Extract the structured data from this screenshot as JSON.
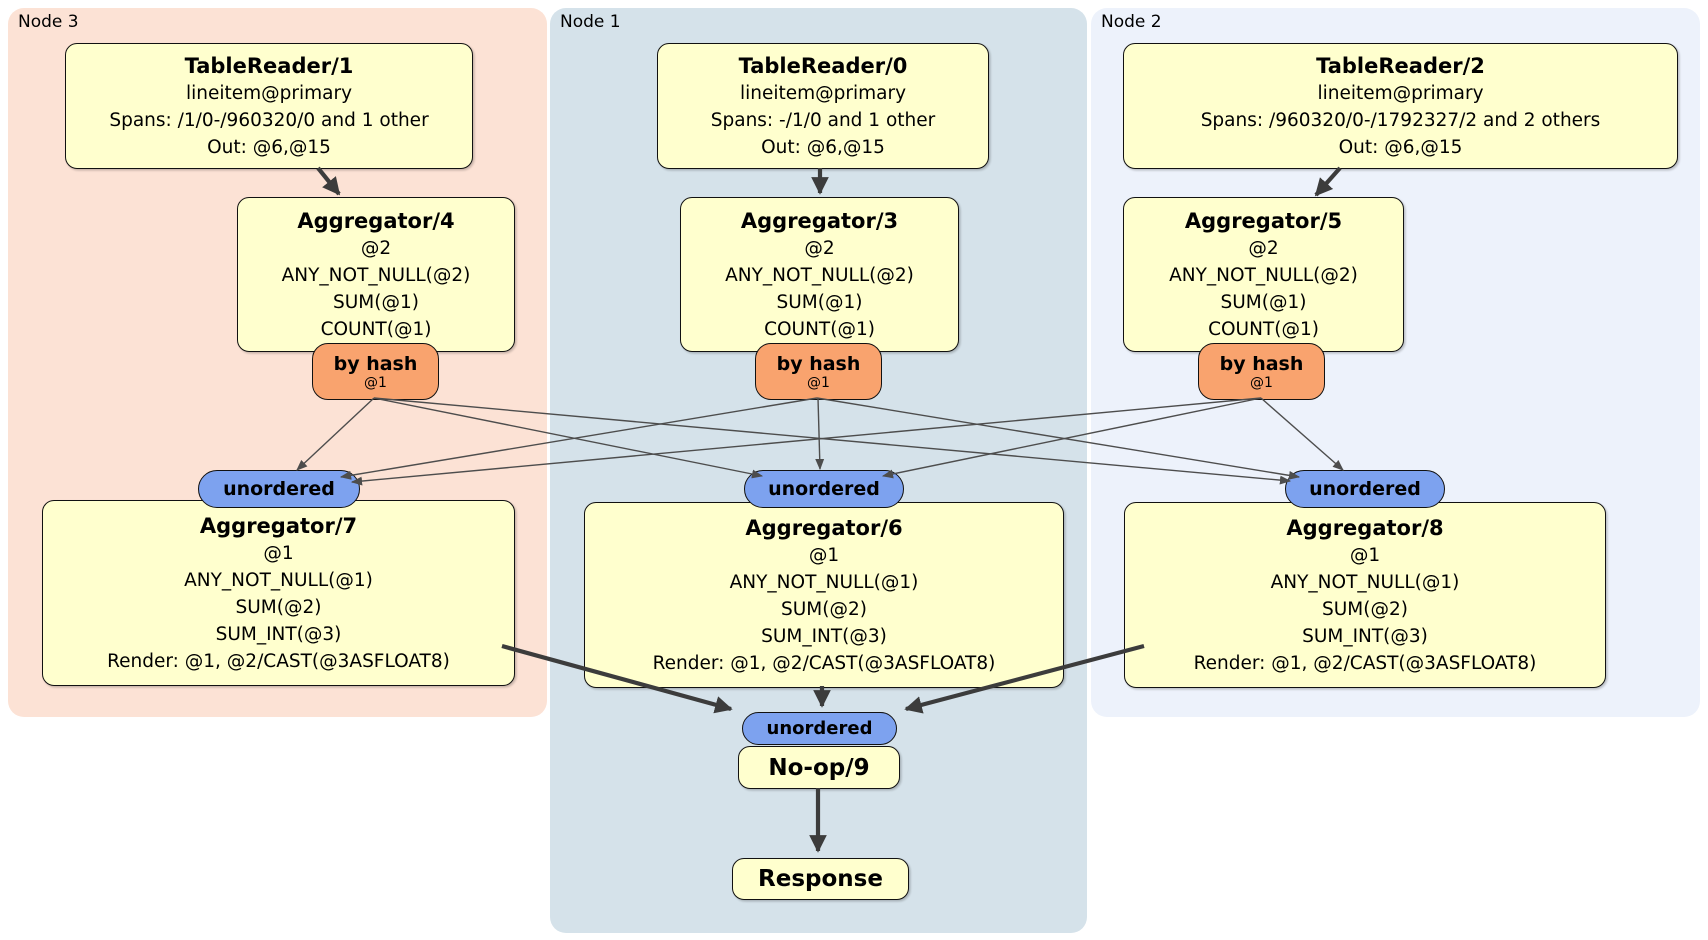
{
  "regions": [
    {
      "id": "node3",
      "label": "Node 3"
    },
    {
      "id": "node1",
      "label": "Node 1"
    },
    {
      "id": "node2",
      "label": "Node 2"
    }
  ],
  "boxes": {
    "tr1": {
      "title": "TableReader/1",
      "lines": [
        "lineitem@primary",
        "Spans: /1/0-/960320/0 and 1 other",
        "Out: @6,@15"
      ]
    },
    "tr0": {
      "title": "TableReader/0",
      "lines": [
        "lineitem@primary",
        "Spans: -/1/0 and 1 other",
        "Out: @6,@15"
      ]
    },
    "tr2": {
      "title": "TableReader/2",
      "lines": [
        "lineitem@primary",
        "Spans: /960320/0-/1792327/2 and 2 others",
        "Out: @6,@15"
      ]
    },
    "agg4": {
      "title": "Aggregator/4",
      "lines": [
        "@2",
        "ANY_NOT_NULL(@2)",
        "SUM(@1)",
        "COUNT(@1)"
      ]
    },
    "agg3": {
      "title": "Aggregator/3",
      "lines": [
        "@2",
        "ANY_NOT_NULL(@2)",
        "SUM(@1)",
        "COUNT(@1)"
      ]
    },
    "agg5": {
      "title": "Aggregator/5",
      "lines": [
        "@2",
        "ANY_NOT_NULL(@2)",
        "SUM(@1)",
        "COUNT(@1)"
      ]
    },
    "agg7": {
      "title": "Aggregator/7",
      "lines": [
        "@1",
        "ANY_NOT_NULL(@1)",
        "SUM(@2)",
        "SUM_INT(@3)",
        "Render: @1, @2/CAST(@3ASFLOAT8)"
      ]
    },
    "agg6": {
      "title": "Aggregator/6",
      "lines": [
        "@1",
        "ANY_NOT_NULL(@1)",
        "SUM(@2)",
        "SUM_INT(@3)",
        "Render: @1, @2/CAST(@3ASFLOAT8)"
      ]
    },
    "agg8": {
      "title": "Aggregator/8",
      "lines": [
        "@1",
        "ANY_NOT_NULL(@1)",
        "SUM(@2)",
        "SUM_INT(@3)",
        "Render: @1, @2/CAST(@3ASFLOAT8)"
      ]
    },
    "noop": {
      "title": "No-op/9"
    },
    "response": {
      "title": "Response"
    }
  },
  "routers": {
    "hash4": {
      "label": "by hash",
      "detail": "@1"
    },
    "hash3": {
      "label": "by hash",
      "detail": "@1"
    },
    "hash5": {
      "label": "by hash",
      "detail": "@1"
    }
  },
  "streams": {
    "u7": {
      "label": "unordered"
    },
    "u6": {
      "label": "unordered"
    },
    "u8": {
      "label": "unordered"
    },
    "ufinal": {
      "label": "unordered"
    }
  },
  "edges": [
    {
      "from": "tr1",
      "to": "agg4",
      "kind": "flow"
    },
    {
      "from": "tr0",
      "to": "agg3",
      "kind": "flow"
    },
    {
      "from": "tr2",
      "to": "agg5",
      "kind": "flow"
    },
    {
      "from": "agg7",
      "to": "ufinal",
      "kind": "flow"
    },
    {
      "from": "agg6",
      "to": "ufinal",
      "kind": "flow"
    },
    {
      "from": "agg8",
      "to": "ufinal",
      "kind": "flow"
    },
    {
      "from": "noop",
      "to": "response",
      "kind": "flow"
    },
    {
      "from": "hash4",
      "to": "u7",
      "kind": "stream"
    },
    {
      "from": "hash4",
      "to": "u6",
      "kind": "stream"
    },
    {
      "from": "hash4",
      "to": "u8",
      "kind": "stream"
    },
    {
      "from": "hash3",
      "to": "u7",
      "kind": "stream"
    },
    {
      "from": "hash3",
      "to": "u6",
      "kind": "stream"
    },
    {
      "from": "hash3",
      "to": "u8",
      "kind": "stream"
    },
    {
      "from": "hash5",
      "to": "u7",
      "kind": "stream"
    },
    {
      "from": "hash5",
      "to": "u6",
      "kind": "stream"
    },
    {
      "from": "hash5",
      "to": "u8",
      "kind": "stream"
    }
  ],
  "colors": {
    "node3_bg": "#fce2d5",
    "node1_bg": "#d5e2ea",
    "node2_bg": "#edf2fb",
    "box_fill": "#ffffce",
    "router_fill": "#f9a36e",
    "stream_fill": "#7da2ef",
    "edge_thin": "#4d4d4d",
    "edge_thick": "#3c3c3c"
  }
}
